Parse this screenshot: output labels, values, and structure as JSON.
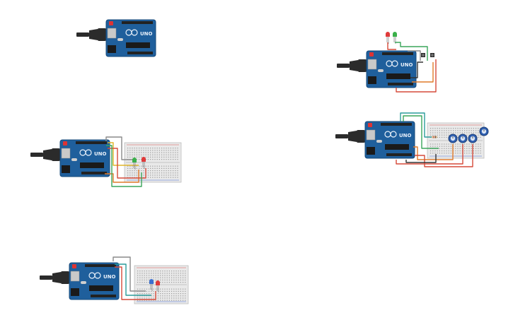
{
  "canvas": {
    "background": "#ffffff"
  },
  "colors": {
    "board": "#1f5f9c",
    "board_dark": "#16487a",
    "board_highlight": "#2c77bd",
    "usb_metal": "#c9c9c9",
    "cable": "#2b2b2b",
    "power_jack": "#1a1a1a",
    "breadboard": "#e9e9e9",
    "breadboard_border": "#bdbdbd",
    "breadboard_hole": "#9a9a9a",
    "rail_red": "#d9534f",
    "rail_blue": "#4a6fd4",
    "wire_red": "#d64a3a",
    "wire_green": "#3aa65a",
    "wire_yellow": "#e0b52a",
    "wire_black": "#333333",
    "wire_gray": "#8a8a8a",
    "wire_teal": "#2a9c9a",
    "wire_orange": "#e07a2a",
    "led_red": "#e03a3a",
    "led_green": "#3ab04a",
    "pot_body": "#2f5fb0"
  },
  "boards": [
    {
      "name": "arduino-uno-1",
      "logo_text": "UNO"
    },
    {
      "name": "arduino-uno-2",
      "logo_text": "UNO"
    },
    {
      "name": "arduino-uno-3",
      "logo_text": "UNO"
    },
    {
      "name": "arduino-uno-4",
      "logo_text": "UNO"
    },
    {
      "name": "arduino-uno-5",
      "logo_text": "UNO"
    }
  ]
}
